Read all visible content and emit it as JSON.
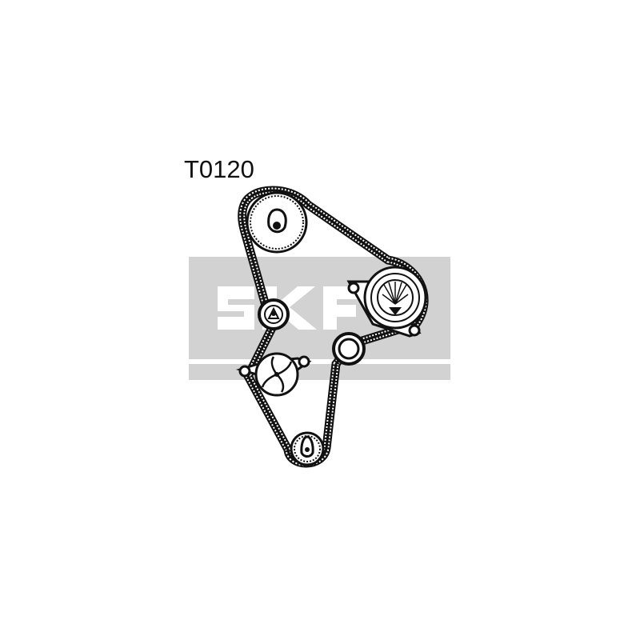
{
  "diagram": {
    "part_code": "T0120",
    "watermark_text": "SKF",
    "colors": {
      "watermark_gray": "#d2d2d2",
      "line": "#111111",
      "background": "#ffffff"
    },
    "components": [
      "camshaft-sprocket",
      "tensioner-pulley",
      "idler-pulley-left",
      "idler-pulley-right",
      "water-pump-pulley",
      "crankshaft-sprocket",
      "timing-belt"
    ]
  }
}
